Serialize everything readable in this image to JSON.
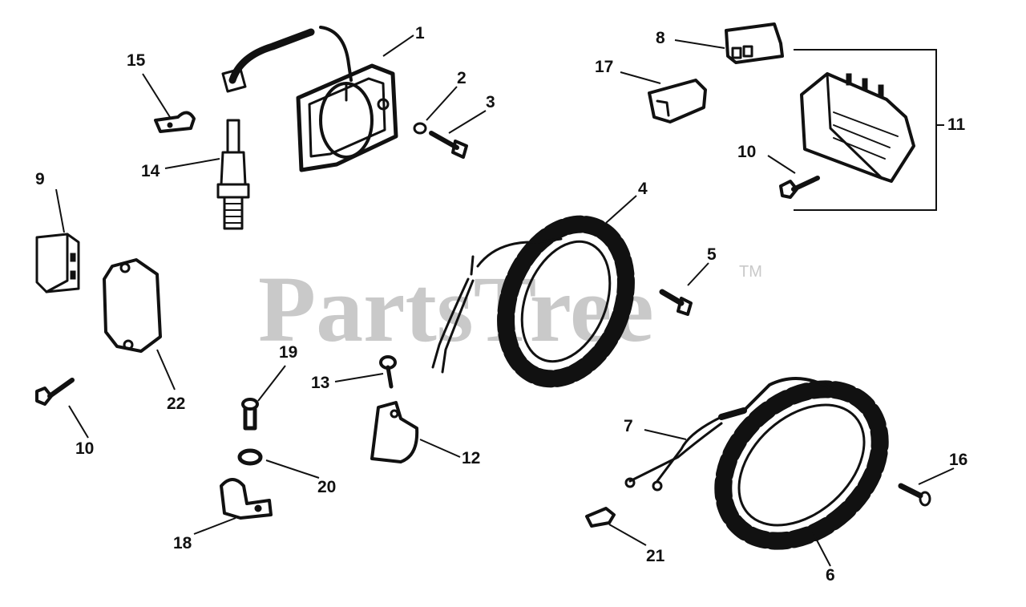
{
  "watermark": {
    "text": "PartsTree",
    "trademark": "TM"
  },
  "callouts": {
    "c1": "1",
    "c2": "2",
    "c3": "3",
    "c4": "4",
    "c5": "5",
    "c6": "6",
    "c7": "7",
    "c8": "8",
    "c9": "9",
    "c10a": "10",
    "c10b": "10",
    "c11": "11",
    "c12": "12",
    "c13": "13",
    "c14": "14",
    "c15": "15",
    "c16": "16",
    "c17": "17",
    "c18": "18",
    "c19": "19",
    "c20": "20",
    "c21": "21",
    "c22": "22"
  }
}
